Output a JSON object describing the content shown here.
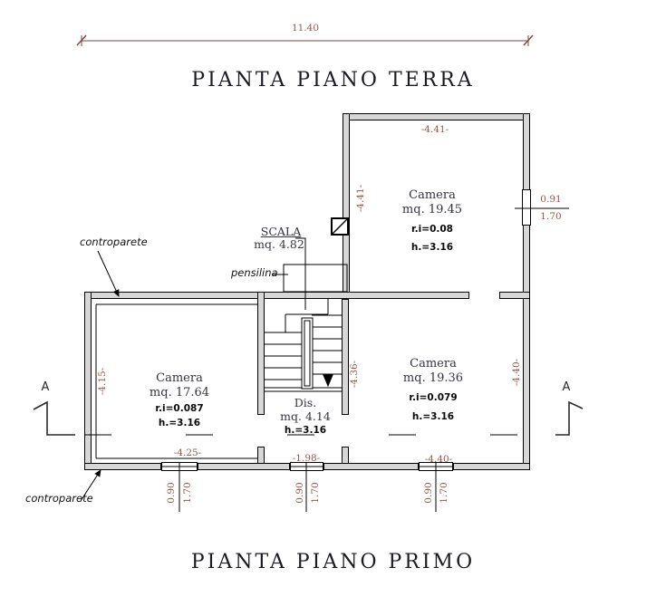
{
  "titles": {
    "top": "PIANTA PIANO TERRA",
    "bottom": "PIANTA PIANO PRIMO"
  },
  "dims": {
    "overall_width": "11.40",
    "top_room_w": "-4.41-",
    "top_room_h": "-4.41-",
    "left_room_h": "-4.15-",
    "left_room_w": "-4.25-",
    "dis_w": "-1.98-",
    "right_room_w": "-4.40-",
    "right_room_h": "-4.40-",
    "stair_h": "-4.36-",
    "side_window_w": "0.91",
    "side_window_h": "1.70",
    "win_w": "0.90",
    "win_h": "1.70"
  },
  "rooms": {
    "camera_top": {
      "name": "Camera",
      "area": "mq. 19.45",
      "ri": "r.i=0.08",
      "h": "h.=3.16"
    },
    "camera_left": {
      "name": "Camera",
      "area": "mq. 17.64",
      "ri": "r.i=0.087",
      "h": "h.=3.16"
    },
    "camera_right": {
      "name": "Camera",
      "area": "mq. 19.36",
      "ri": "r.i=0.079",
      "h": "h.=3.16"
    },
    "dis": {
      "name": "Dis.",
      "area": "mq. 4.14",
      "h": "h.=3.16"
    },
    "scala": {
      "name": "SCALA",
      "area": "mq. 4.82"
    }
  },
  "labels": {
    "pensilina": "pensilina",
    "controparete": "controparete",
    "section": "A"
  },
  "colors": {
    "wall_fill": "#d7d7d7",
    "outline": "#000000",
    "dim_text": "#96584e",
    "room_text": "#34343f"
  }
}
